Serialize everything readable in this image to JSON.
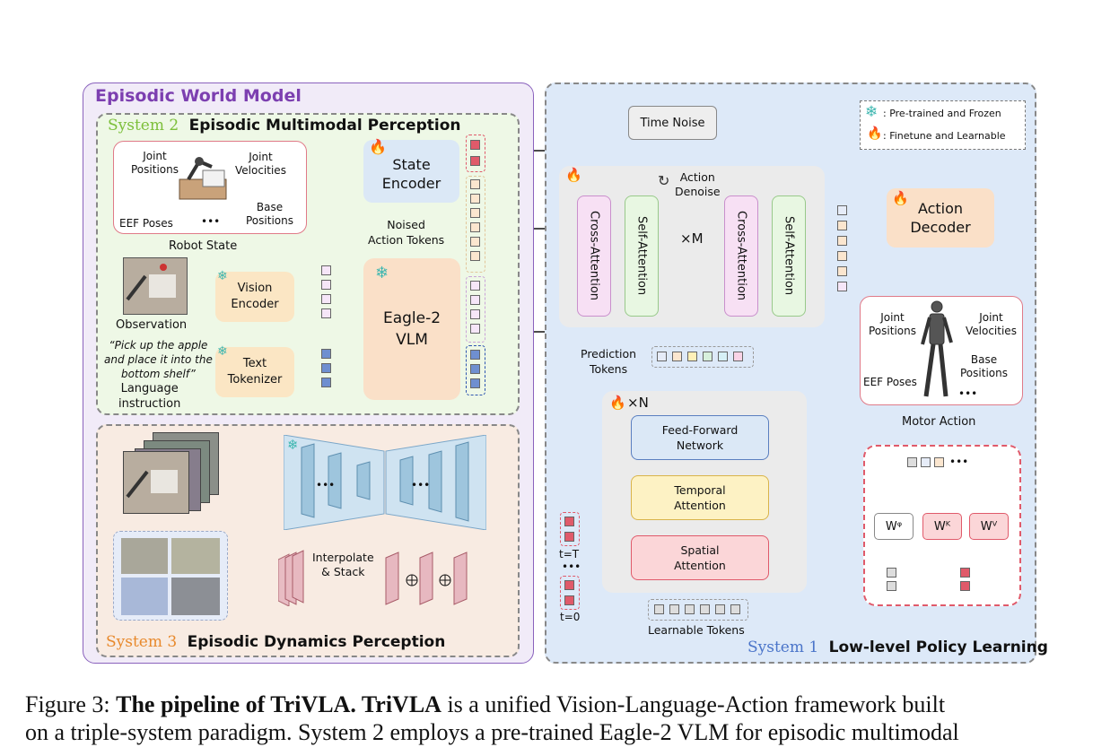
{
  "world_model_title": "Episodic World Model",
  "system2": {
    "num": "System 2",
    "title": "Episodic Multimodal Perception"
  },
  "system3": {
    "num": "System 3",
    "title": "Episodic Dynamics Perception"
  },
  "system1": {
    "num": "System 1",
    "title": "Low-level Policy Learning"
  },
  "robot_state": {
    "joint_positions": "Joint\nPositions",
    "joint_velocities": "Joint\nVelocities",
    "base_positions": "Base\nPositions",
    "eef_poses": "EEF Poses",
    "ellipsis": "•••",
    "caption": "Robot State"
  },
  "state_encoder": "State\nEncoder",
  "noised_action_tokens": "Noised\nAction Tokens",
  "observation": "Observation",
  "vision_encoder": "Vision\nEncoder",
  "instruction_quote": "“Pick up the apple\nand place it into the\nbottom shelf”",
  "language_instruction": "Language\ninstruction",
  "text_tokenizer": "Text\nTokenizer",
  "eagle_vlm": "Eagle-2\nVLM",
  "interpolate_stack": "Interpolate\n& Stack",
  "time_noise": "Time Noise",
  "legend": {
    "frozen": ": Pre-trained and Frozen",
    "learnable": ": Finetune and Learnable"
  },
  "action_denoise": "Action\nDenoise",
  "cross_attention": "Cross-Attention",
  "self_attention": "Self-Attention",
  "xm": "×M",
  "xn": "×N",
  "action_decoder": "Action\nDecoder",
  "motor_action": {
    "joint_positions": "Joint\nPositions",
    "joint_velocities": "Joint\nVelocities",
    "base_positions": "Base\nPositions",
    "eef_poses": "EEF Poses",
    "ellipsis": "•••",
    "caption": "Motor Action"
  },
  "prediction_tokens": "Prediction\nTokens",
  "ffn": "Feed-Forward\nNetwork",
  "temporal_attention": "Temporal\nAttention",
  "spatial_attention": "Spatial\nAttention",
  "t_T": "t=T",
  "t_0": "t=0",
  "dots": "•••",
  "learnable_tokens": "Learnable Tokens",
  "wq": "Wᵠ",
  "wk": "Wᴷ",
  "wv": "Wⱽ",
  "caption": {
    "label": "Figure 3: ",
    "bold": "The pipeline of TriVLA. TriVLA",
    "line1_rest": " is a unified Vision-Language-Action framework built",
    "line2": "on a triple-system paradigm. System 2 employs a pre-trained Eagle-2 VLM for episodic multimodal"
  },
  "colors": {
    "purple": "#7c3fb0",
    "green_text": "#7cbf3a",
    "orange_text": "#e8892c",
    "blue_text": "#4a74c9",
    "green_panel": "#eef8e6",
    "orange_panel": "#f8ebe2",
    "blue_panel": "#dde9f8",
    "learnable_fill": "#fbe3e6",
    "learnable_stroke": "#e05a6a"
  }
}
